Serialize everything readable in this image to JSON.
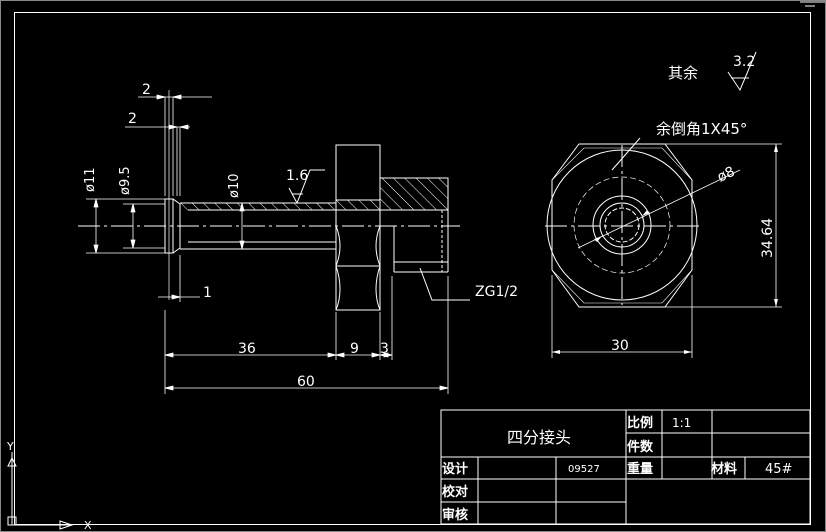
{
  "title_block": {
    "part_name": "四分接头",
    "scale_label": "比例",
    "scale_value": "1:1",
    "count_label": "件数",
    "design_label": "设计",
    "design_number": "09527",
    "weight_label": "重量",
    "material_label": "材料",
    "material_value": "45#",
    "check_label": "校对",
    "review_label": "审核"
  },
  "notes": {
    "roughness_prefix": "其余",
    "roughness_default": "3.2",
    "chamfer_note": "余倒角1X45°"
  },
  "dimensions": {
    "d_2_top": "2",
    "d_2_second": "2",
    "d_1": "1",
    "dia_11": "ø11",
    "dia_9_5": "ø9.5",
    "dia_10": "ø10",
    "roughness_1_6": "1.6",
    "d_36": "36",
    "d_9": "9",
    "d_3": "3",
    "d_60": "60",
    "thread": "ZG1/2",
    "d_30": "30",
    "dia_8": "ø8",
    "d_34_64": "34.64"
  },
  "ucs": {
    "y_label": "Y",
    "x_label": "X"
  },
  "colors": {
    "background": "#000000",
    "lines": "#ffffff"
  }
}
